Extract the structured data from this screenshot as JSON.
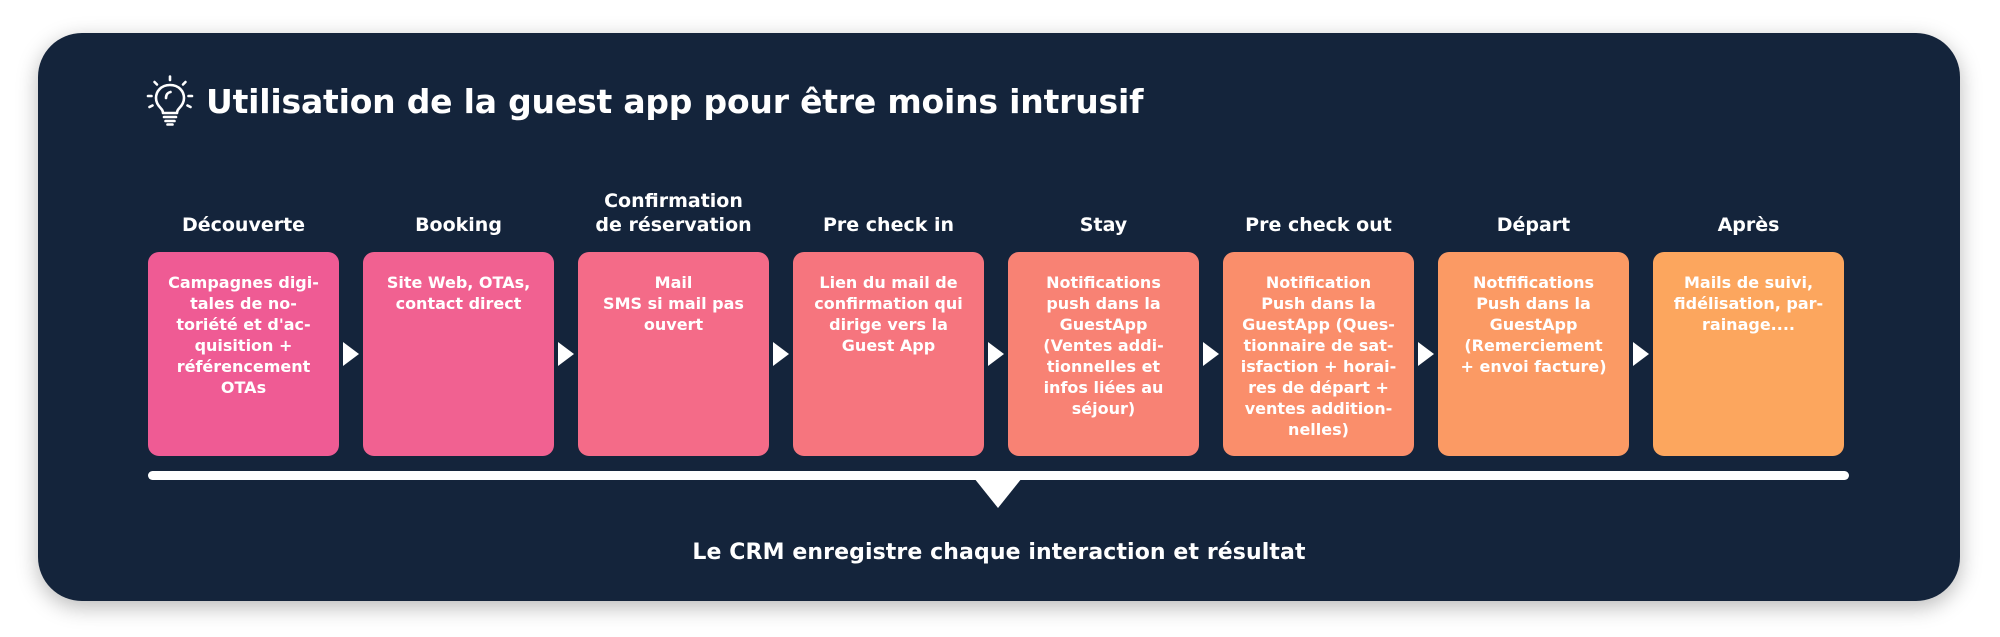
{
  "title": "Utilisation de la guest app pour être moins intrusif",
  "title_icon": "lightbulb-icon",
  "steps": [
    {
      "label": "Découverte",
      "text": "Campagnes digi-\ntales de no-\ntoriété et d'ac-\nquisition +\nréférencement\nOTAs",
      "color": "#ef5b94"
    },
    {
      "label": "Booking",
      "text": "Site Web, OTAs,\ncontact direct",
      "color": "#f16191"
    },
    {
      "label": "Confirmation\nde réservation",
      "text": "Mail\nSMS si mail pas\nouvert",
      "color": "#f46b88"
    },
    {
      "label": "Pre check in",
      "text": "Lien du mail de\nconfirmation qui\ndirige vers la\nGuest App",
      "color": "#f6757e"
    },
    {
      "label": "Stay",
      "text": "Notifications\npush dans la\nGuestApp\n(Ventes addi-\ntionnelles et\ninfos liées au\nséjour)",
      "color": "#f88274"
    },
    {
      "label": "Pre check out",
      "text": "Notification\nPush dans la\nGuestApp (Ques-\ntionnaire de sat-\nisfaction + horai-\nres de départ +\nventes addition-\nnelles)",
      "color": "#fa8e6b"
    },
    {
      "label": "Départ",
      "text": "Notfifications\nPush dans la\nGuestApp\n(Remerciement\n+ envoi facture)",
      "color": "#fb9a64"
    },
    {
      "label": "Après",
      "text": "Mails de suivi,\nfidélisation, par-\nrainage....",
      "color": "#fca65e"
    }
  ],
  "footer": "Le CRM enregistre chaque interaction et résultat"
}
